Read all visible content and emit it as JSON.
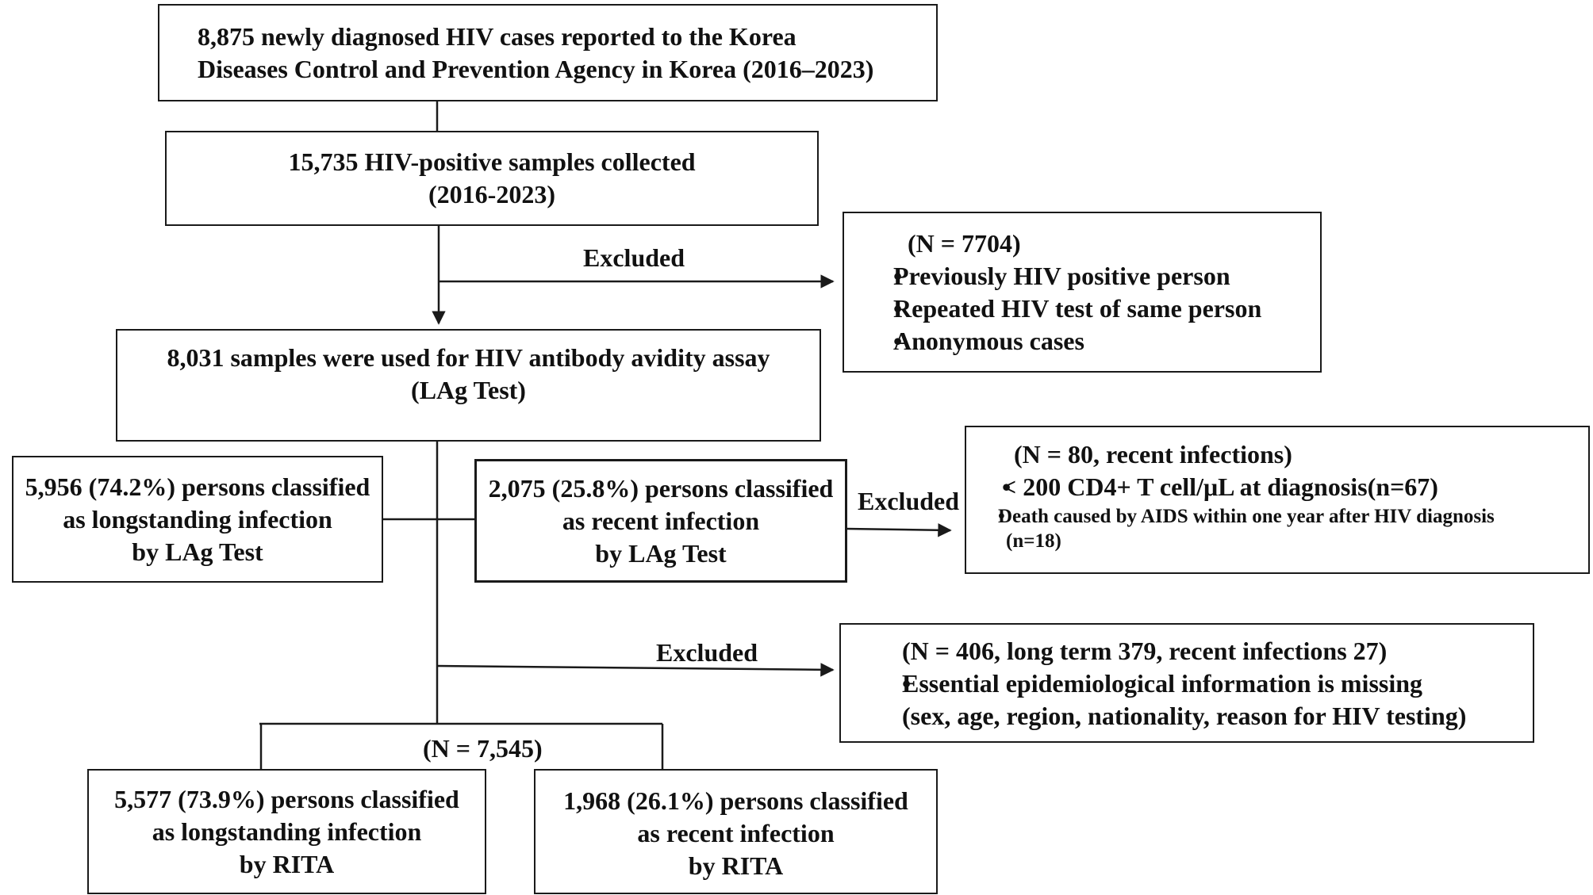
{
  "boxes": {
    "reported": {
      "line1": "8,875 newly diagnosed HIV cases reported to the Korea",
      "line2": "Diseases Control and Prevention Agency in Korea (2016–2023)"
    },
    "collected": {
      "line1": "15,735 HIV-positive samples collected",
      "line2": "(2016-2023)"
    },
    "exclusion1": {
      "count": "(N = 7704)",
      "items": [
        "Previously HIV positive person",
        "Repeated HIV test of same person",
        "Anonymous cases"
      ]
    },
    "avidity": {
      "line1": "8,031 samples were used for HIV antibody avidity assay",
      "line2": "(LAg Test)"
    },
    "lag_longstanding": {
      "line1": "5,956 (74.2%) persons classified",
      "line2": "as longstanding infection",
      "line3": "by LAg Test"
    },
    "lag_recent": {
      "line1": "2,075 (25.8%) persons classified",
      "line2": "as recent infection",
      "line3": "by LAg Test"
    },
    "exclusion2": {
      "count": "(N = 80, recent infections)",
      "item1": "< 200 CD4+ T cell/μL at diagnosis(n=67)",
      "item2": "Death caused by AIDS within one year after HIV diagnosis",
      "item2_cont": "(n=18)"
    },
    "exclusion3": {
      "count": "(N = 406, long term 379, recent infections 27)",
      "item1": "Essential epidemiological information is missing",
      "item1_cont": "(sex, age, region, nationality, reason for HIV testing)"
    },
    "rita_longstanding": {
      "line1": "5,577 (73.9%) persons classified",
      "line2": "as longstanding infection",
      "line3": "by RITA"
    },
    "rita_recent": {
      "line1": "1,968 (26.1%) persons classified",
      "line2": "as recent infection",
      "line3": "by RITA"
    }
  },
  "labels": {
    "excluded_1": "Excluded",
    "excluded_2": "Excluded",
    "excluded_3": "Excluded",
    "final_n": "(N = 7,545)"
  },
  "colors": {
    "line": "#1a1a1a",
    "text": "#111111",
    "background": "#ffffff"
  }
}
